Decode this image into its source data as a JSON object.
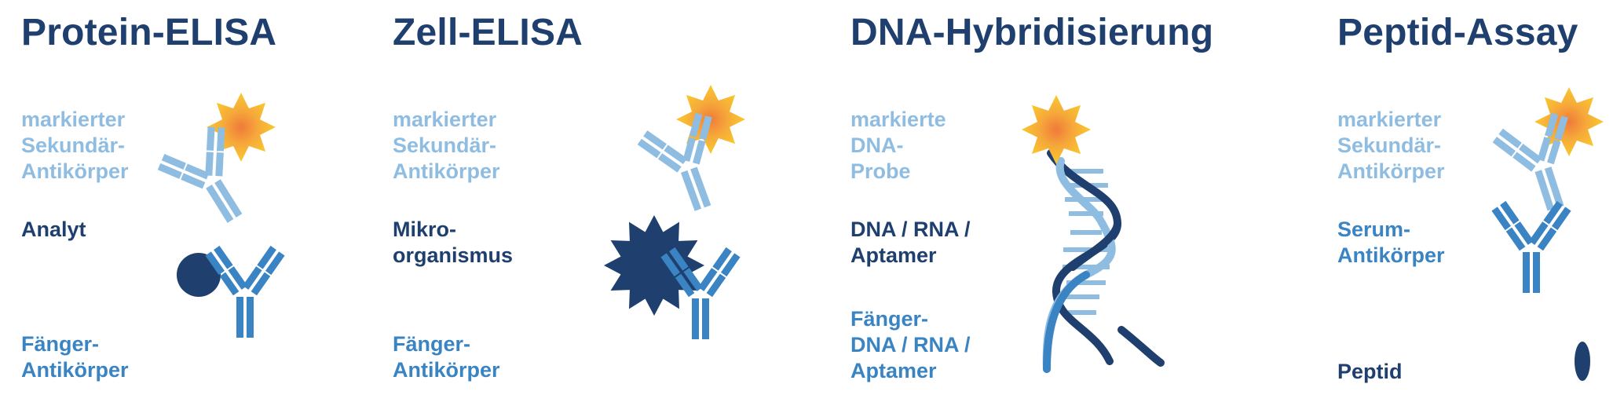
{
  "panels": [
    {
      "title": "Protein-ELISA",
      "labels": {
        "top": "markierter\nSekundär-\nAntikörper",
        "middle": "Analyt",
        "bottom": "Fänger-\nAntikörper"
      }
    },
    {
      "title": "Zell-ELISA",
      "labels": {
        "top": "markierter\nSekundär-\nAntikörper",
        "middle": "Mikro-\norganismus",
        "bottom": "Fänger-\nAntikörper"
      }
    },
    {
      "title": "DNA-Hybridisierung",
      "labels": {
        "top": "markierte\nDNA-\nProbe",
        "middle": "DNA / RNA /\nAptamer",
        "bottom": "Fänger-\nDNA / RNA /\nAptamer"
      }
    },
    {
      "title": "Peptid-Assay",
      "labels": {
        "top": "markierter\nSekundär-\nAntikörper",
        "middle": "Serum-\nAntikörper",
        "bottom": "Peptid"
      }
    }
  ],
  "colors": {
    "dark": "#1f3f6e",
    "mid": "#3a84c4",
    "light": "#8fbde2",
    "star": "#f7c52b",
    "star_core": "#f08a3a"
  },
  "icons": [
    "star-label-icon",
    "antibody-icon",
    "analyte-sphere-icon",
    "cell-microorganism-icon",
    "dna-helix-icon",
    "peptide-icon"
  ]
}
